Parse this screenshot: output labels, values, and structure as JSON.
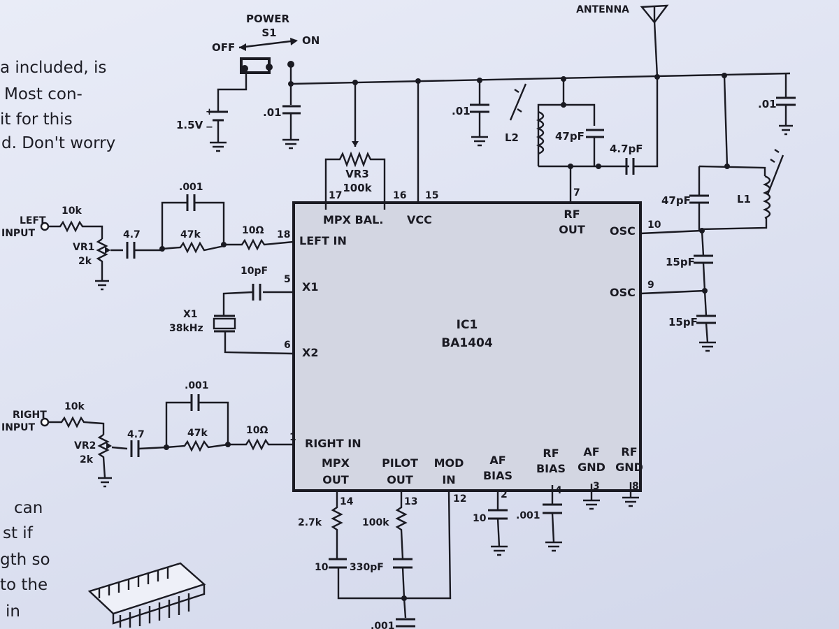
{
  "prose": {
    "top_lines": [
      "a included, is",
      "Most con-",
      "it for this",
      "d. Don't worry"
    ],
    "bottom_lines": [
      "can",
      "st if",
      "gth so",
      "to the",
      "in"
    ]
  },
  "power": {
    "title": "POWER",
    "switch": "S1",
    "off": "OFF",
    "on": "ON"
  },
  "battery": {
    "label": "1.5V",
    "plus": "+",
    "minus": "−"
  },
  "antenna": {
    "label": "ANTENNA"
  },
  "ic": {
    "ref": "IC1",
    "part": "BA1404",
    "pins": {
      "mpx_bal": "MPX BAL.",
      "vcc": "VCC",
      "left_in": "LEFT IN",
      "right_in": "RIGHT IN",
      "x1": "X1",
      "x2": "X2",
      "rf_out": [
        "RF",
        "OUT"
      ],
      "osc_top": "OSC",
      "osc_bottom": "OSC",
      "mpx_out": [
        "MPX",
        "OUT"
      ],
      "pilot_out": [
        "PILOT",
        "OUT"
      ],
      "mod_in": [
        "MOD",
        "IN"
      ],
      "af_bias": [
        "AF",
        "BIAS"
      ],
      "rf_bias": [
        "RF",
        "BIAS"
      ],
      "af_gnd": [
        "AF",
        "GND"
      ],
      "rf_gnd": [
        "RF",
        "GND"
      ]
    },
    "pin_numbers": {
      "p17": "17",
      "p16": "16",
      "p15": "15",
      "p7": "7",
      "p18": "18",
      "p5": "5",
      "p6": "6",
      "p1": "1",
      "p10": "10",
      "p9": "9",
      "p14": "14",
      "p13": "13",
      "p12": "12",
      "p2": "2",
      "p4": "4",
      "p3": "3",
      "p8": "8"
    }
  },
  "components": {
    "left_input": [
      "LEFT",
      "INPUT"
    ],
    "right_input": [
      "RIGHT",
      "INPUT"
    ],
    "r10k_left": "10k",
    "r10k_right": "10k",
    "vr1": [
      "VR1",
      "2k"
    ],
    "vr2": [
      "VR2",
      "2k"
    ],
    "c47_left": "4.7",
    "c47_right": "4.7",
    "c001_left": ".001",
    "c001_right": ".001",
    "r47k_left": "47k",
    "r47k_right": "47k",
    "r10ohm_left": "10Ω",
    "r10ohm_right": "10Ω",
    "c10pf": "10pF",
    "x1_crystal": [
      "X1",
      "38kHz"
    ],
    "vr3": [
      "VR3",
      "100k"
    ],
    "c01_power": ".01",
    "c01_mid": ".01",
    "c01_right": ".01",
    "l2": "L2",
    "c47pf_tank": "47pF",
    "c4_7pf": "4.7pF",
    "c47pf_osc": "47pF",
    "l1": "L1",
    "c15pf_a": "15pF",
    "c15pf_b": "15pF",
    "r2_7k": "2.7k",
    "c10_mpx": "10",
    "r100k_pilot": "100k",
    "c330pf": "330pF",
    "c10_afbias": "10",
    "c001_rfbias": ".001",
    "c001_bottom": ".001"
  }
}
